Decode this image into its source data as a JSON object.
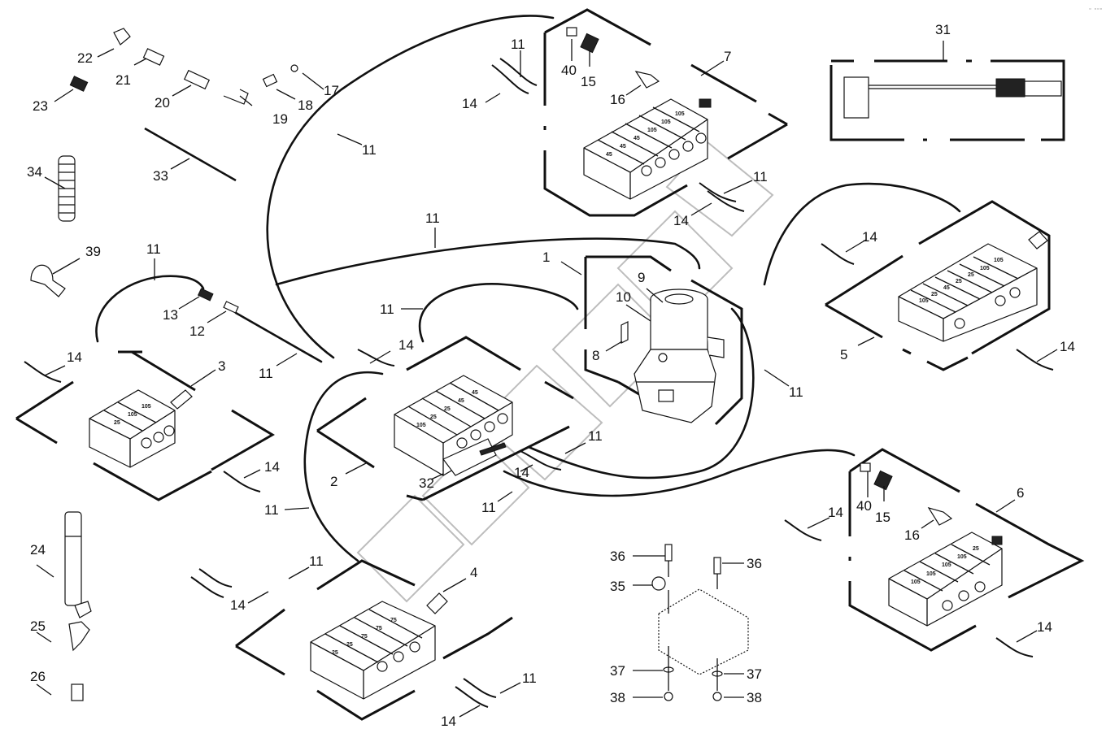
{
  "diagram": {
    "title": "",
    "type": "exploded parts diagram - centralized lubrication system",
    "watermark": "logo",
    "corner_mark": "▫ ▫▫▫",
    "callouts": [
      {
        "id": "c22",
        "text": "22"
      },
      {
        "id": "c21",
        "text": "21"
      },
      {
        "id": "c20",
        "text": "20"
      },
      {
        "id": "c19",
        "text": "19"
      },
      {
        "id": "c18",
        "text": "18"
      },
      {
        "id": "c17",
        "text": "17"
      },
      {
        "id": "c23",
        "text": "23"
      },
      {
        "id": "c33",
        "text": "33"
      },
      {
        "id": "c34",
        "text": "34"
      },
      {
        "id": "c39",
        "text": "39"
      },
      {
        "id": "c11a",
        "text": "11"
      },
      {
        "id": "c13",
        "text": "13"
      },
      {
        "id": "c12",
        "text": "12"
      },
      {
        "id": "c11b",
        "text": "11"
      },
      {
        "id": "c14a",
        "text": "14"
      },
      {
        "id": "c3",
        "text": "3"
      },
      {
        "id": "c14b",
        "text": "14"
      },
      {
        "id": "c24",
        "text": "24"
      },
      {
        "id": "c25",
        "text": "25"
      },
      {
        "id": "c26",
        "text": "26"
      },
      {
        "id": "c11c",
        "text": "11"
      },
      {
        "id": "c11d",
        "text": "11"
      },
      {
        "id": "c14c",
        "text": "14"
      },
      {
        "id": "c4",
        "text": "4"
      },
      {
        "id": "c11e",
        "text": "11"
      },
      {
        "id": "c14d",
        "text": "14"
      },
      {
        "id": "c11f",
        "text": "11"
      },
      {
        "id": "c14e",
        "text": "14"
      },
      {
        "id": "c40a",
        "text": "40"
      },
      {
        "id": "c15a",
        "text": "15"
      },
      {
        "id": "c16a",
        "text": "16"
      },
      {
        "id": "c7",
        "text": "7"
      },
      {
        "id": "c11g",
        "text": "11"
      },
      {
        "id": "c11h",
        "text": "11"
      },
      {
        "id": "c14f",
        "text": "14"
      },
      {
        "id": "c11i",
        "text": "11"
      },
      {
        "id": "c1",
        "text": "1"
      },
      {
        "id": "c9",
        "text": "9"
      },
      {
        "id": "c10",
        "text": "10"
      },
      {
        "id": "c8",
        "text": "8"
      },
      {
        "id": "c11j",
        "text": "11"
      },
      {
        "id": "c14g",
        "text": "14"
      },
      {
        "id": "c2",
        "text": "2"
      },
      {
        "id": "c32",
        "text": "32"
      },
      {
        "id": "c11k",
        "text": "11"
      },
      {
        "id": "c14h",
        "text": "14"
      },
      {
        "id": "c11l",
        "text": "11"
      },
      {
        "id": "c11m",
        "text": "11"
      },
      {
        "id": "c31",
        "text": "31"
      },
      {
        "id": "c14i",
        "text": "14"
      },
      {
        "id": "c5",
        "text": "5"
      },
      {
        "id": "c14j",
        "text": "14"
      },
      {
        "id": "c14k",
        "text": "14"
      },
      {
        "id": "c40b",
        "text": "40"
      },
      {
        "id": "c15b",
        "text": "15"
      },
      {
        "id": "c16b",
        "text": "16"
      },
      {
        "id": "c6",
        "text": "6"
      },
      {
        "id": "c14l",
        "text": "14"
      },
      {
        "id": "c36a",
        "text": "36"
      },
      {
        "id": "c36b",
        "text": "36"
      },
      {
        "id": "c35",
        "text": "35"
      },
      {
        "id": "c37a",
        "text": "37"
      },
      {
        "id": "c37b",
        "text": "37"
      },
      {
        "id": "c38a",
        "text": "38"
      },
      {
        "id": "c38b",
        "text": "38"
      }
    ],
    "distributor_blocks": {
      "block3": [
        "25",
        "105",
        "105"
      ],
      "block2": [
        "105",
        "25",
        "25",
        "45",
        "45"
      ],
      "block4": [
        "25",
        "25",
        "75",
        "75",
        "75"
      ],
      "block7": [
        "45",
        "45",
        "45",
        "105",
        "105",
        "105"
      ],
      "block5": [
        "105",
        "25",
        "45",
        "25",
        "25",
        "105",
        "105"
      ],
      "block6": [
        "105",
        "105",
        "105",
        "105",
        "25"
      ]
    }
  }
}
